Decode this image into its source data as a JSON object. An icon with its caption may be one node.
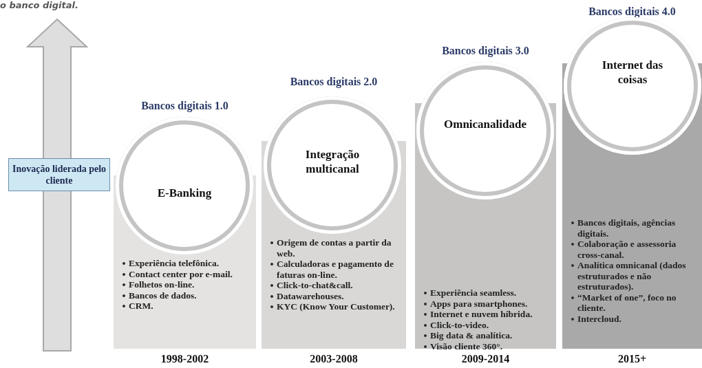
{
  "diagram": {
    "title": "o banco digital.",
    "nodes": [
      {
        "text": [
          "Inovação liderada pelo cliente"
        ]
      },
      {
        "text": [
          "Bancos digitais 1.0",
          "Experiência telefônica.",
          "Contact center por e-mail.",
          "Folhetos on-line.",
          "Bancos de dados.",
          "CRM."
        ],
        "beside": [
          "1998-2002"
        ]
      },
      {
        "text": [
          "E-Banking"
        ],
        "in": 1
      },
      {
        "text": [
          "Bancos digitais 2.0",
          "Origem de contas a partir da web.",
          "Calculadoras e pagamento de faturas on-line.",
          "Click-to-chat&call.",
          "Datawarehouses.",
          "KYC (Know Your Customer)."
        ],
        "beside": [
          "2003-2008"
        ]
      },
      {
        "text": [
          "Integração multicanal"
        ],
        "in": 3
      },
      {
        "text": [
          "Bancos digitais 3.0",
          "Experiência seamless.",
          "Apps para smartphones.",
          "Internet e nuvem híbrida.",
          "Click-to-video.",
          "Big data & analítica.",
          "Visão cliente 360°."
        ],
        "beside": [
          "2009-2014"
        ]
      },
      {
        "text": [
          "Omnicanalidade"
        ],
        "in": 5
      },
      {
        "text": [
          "Bancos digitais 4.0",
          "Bancos digitais, agências digitais.",
          "Colaboração e assessoria cross-canal.",
          "Analítica omnicanal (dados estruturados e não estruturados).",
          "“Market of one”, foco no cliente.",
          "Intercloud."
        ],
        "beside": [
          "2015+"
        ]
      },
      {
        "text": [
          "Internet das coisas"
        ],
        "in": 7
      }
    ]
  }
}
